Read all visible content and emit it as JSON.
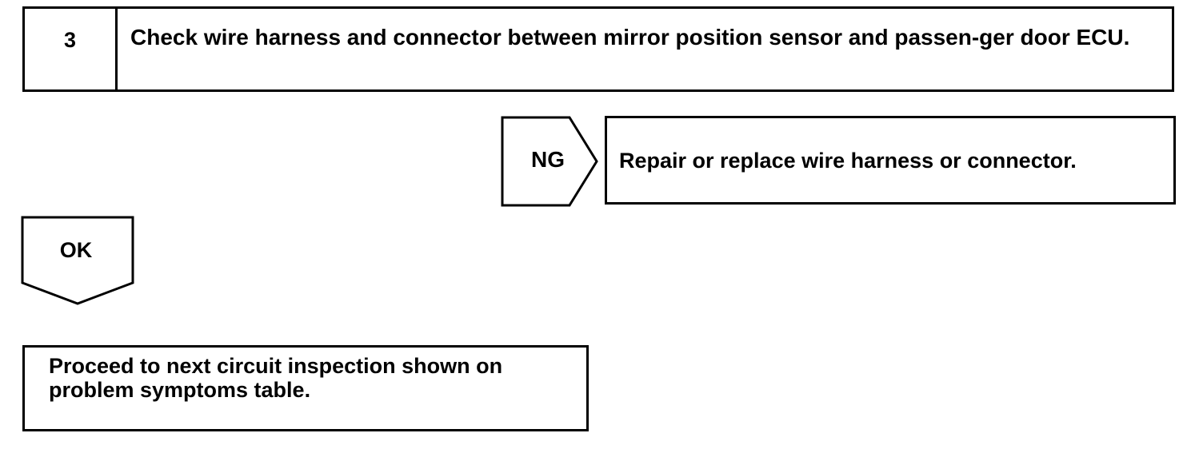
{
  "step": {
    "number": "3",
    "title": "Check wire harness and connector between mirror position sensor and passen-ger door ECU."
  },
  "ng_branch": {
    "label": "NG",
    "action": "Repair or replace wire harness or connector."
  },
  "ok_branch": {
    "label": "OK",
    "action": "Proceed to next circuit inspection shown on problem symptoms table."
  }
}
